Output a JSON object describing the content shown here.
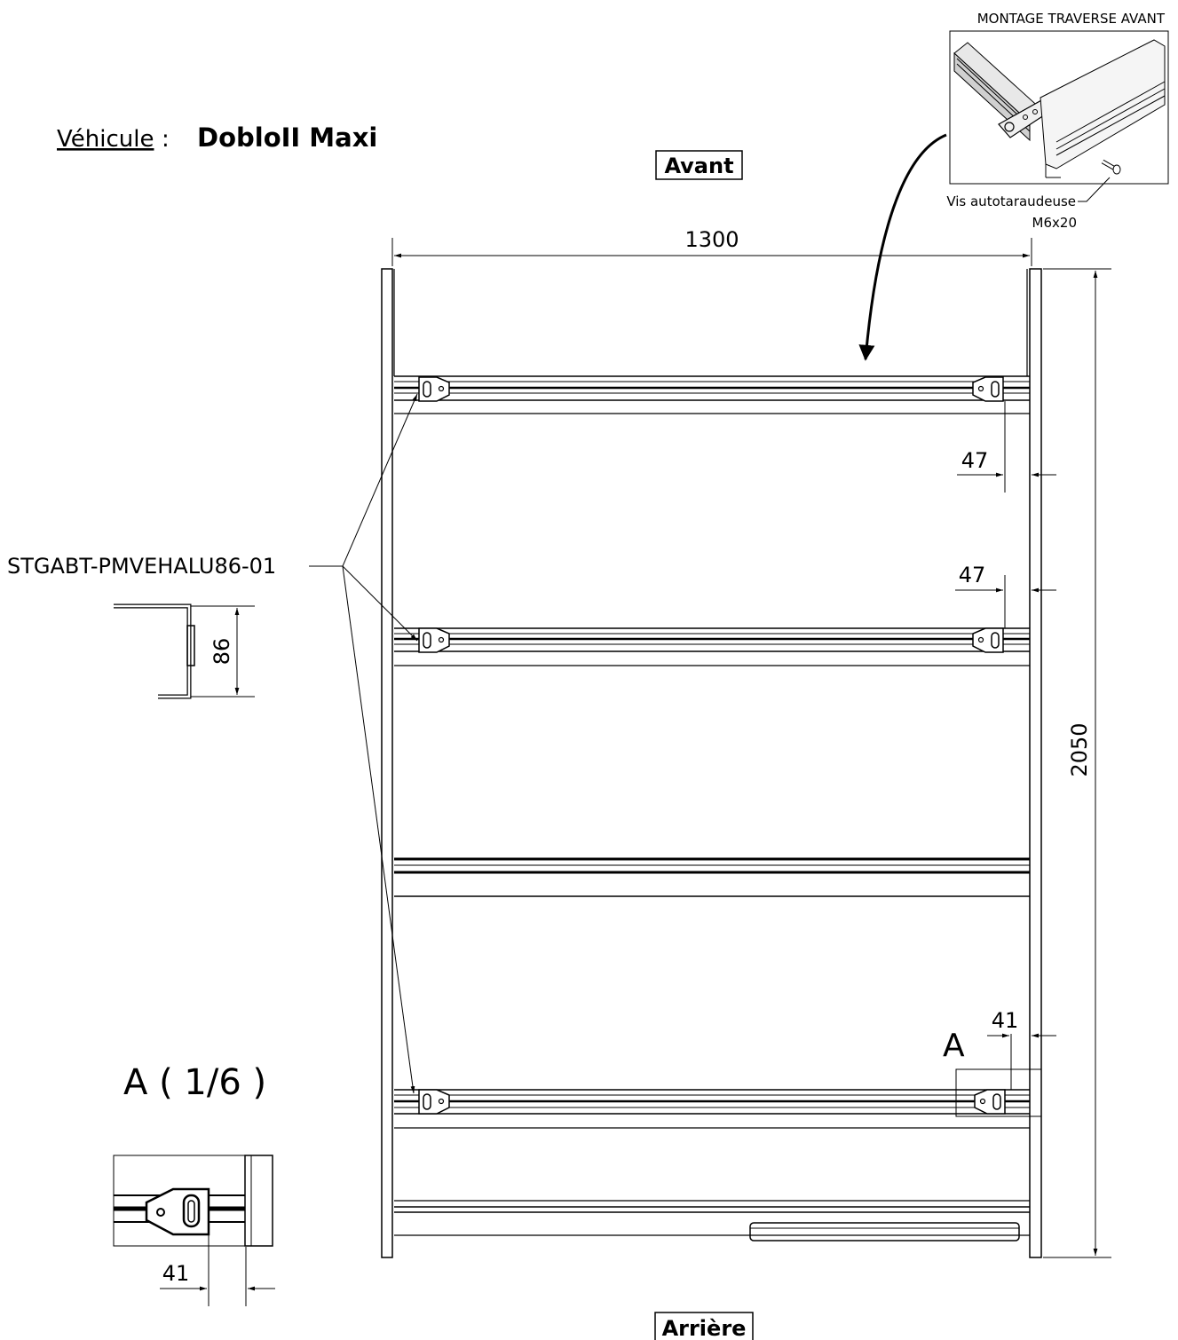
{
  "vehicle": {
    "label": "Véhicule",
    "separator": ":",
    "model": "DobloII Maxi"
  },
  "orientation": {
    "front": "Avant",
    "rear": "Arrière"
  },
  "dimensions": {
    "width": "1300",
    "length": "2050",
    "offset_1": "47",
    "offset_2": "47",
    "offset_3": "41",
    "detail_offset": "41",
    "profile_height": "86"
  },
  "part_reference": "STGABT-PMVEHALU86-01",
  "detail": {
    "marker": "A",
    "title": "A ( 1/6 )"
  },
  "inset": {
    "title": "MONTAGE TRAVERSE AVANT",
    "screw_label_line1": "Vis autotaraudeuse",
    "screw_label_line2": "M6x20"
  },
  "colors": {
    "line": "#000000",
    "background": "#ffffff",
    "inset_fill": "#f2f2f2"
  }
}
